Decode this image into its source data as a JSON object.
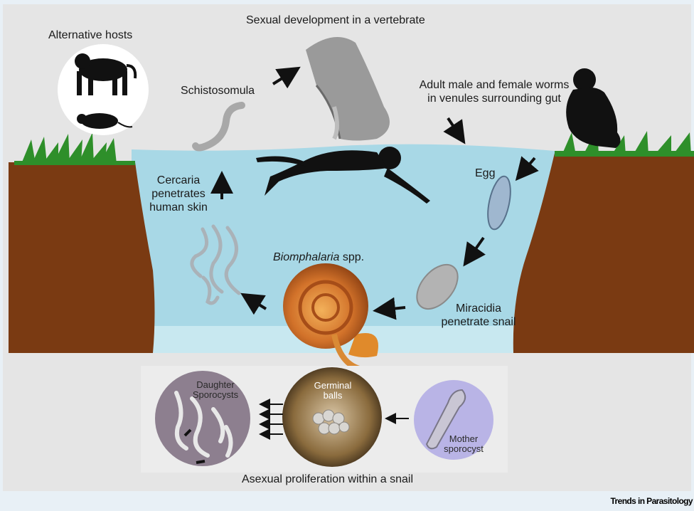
{
  "labels": {
    "alternative_hosts": "Alternative hosts",
    "sexual_development": "Sexual development in a vertebrate",
    "schistosomula": "Schistosomula",
    "adult_worms_line1": "Adult male and female worms",
    "adult_worms_line2": "in venules surrounding gut",
    "egg": "Egg",
    "cercaria_line1": "Cercaria",
    "cercaria_line2": "penetrates",
    "cercaria_line3": "human skin",
    "snail_genus": "Biomphalaria",
    "snail_suffix": " spp.",
    "miracidia_line1": "Miracidia",
    "miracidia_line2": "penetrate snail",
    "daughter_line1": "Daughter",
    "daughter_line2": "Sporocysts",
    "germinal_line1": "Germinal",
    "germinal_line2": "balls",
    "mother_line1": "Mother",
    "mother_line2": "sporocyst",
    "asexual": "Asexual proliferation within a snail"
  },
  "footer": {
    "brand": "Trends in Parasitology"
  },
  "colors": {
    "sky": "#e5e5e5",
    "water": "#a8d8e6",
    "water_light": "#c8e8f0",
    "soil": "#7a3a12",
    "grass": "#2e8f2a",
    "silhouette": "#111111",
    "inset_panel": "#ececec",
    "daughter_circle": "#8d7f8f",
    "mother_circle": "#b9b4e6"
  },
  "icons": [
    "baboon-icon",
    "rodent-icon",
    "swimmer-icon",
    "crouching-person-icon",
    "snail-icon",
    "worm-icon"
  ]
}
